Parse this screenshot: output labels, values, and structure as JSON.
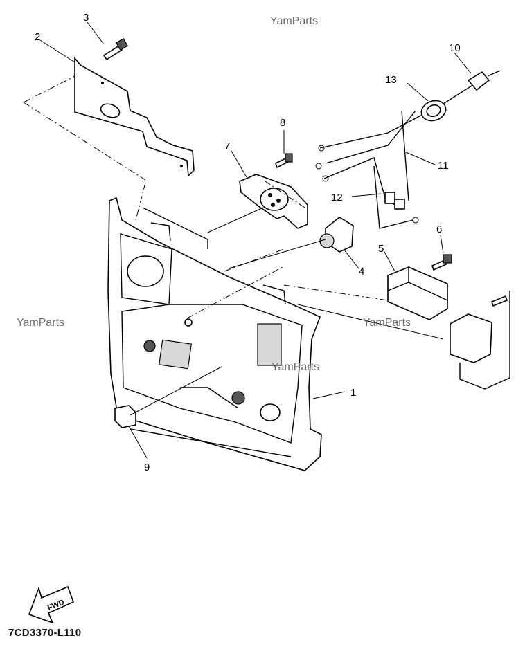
{
  "watermarks": [
    "YamParts",
    "YamParts",
    "YamParts",
    "YamParts"
  ],
  "callouts": [
    "1",
    "2",
    "3",
    "4",
    "5",
    "6",
    "7",
    "8",
    "9",
    "10",
    "11",
    "12",
    "13"
  ],
  "fwd_label": "FWD",
  "diagram_code": "7CD3370-L110"
}
